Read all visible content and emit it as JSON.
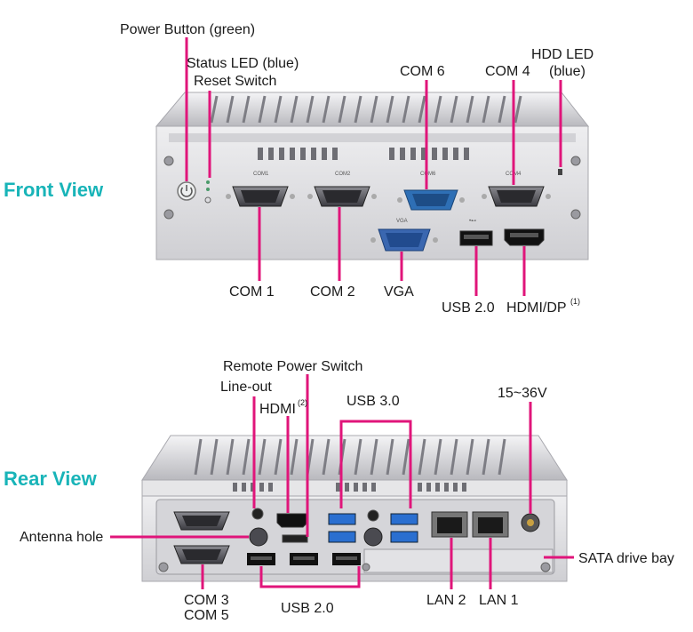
{
  "colors": {
    "accent": "#e0157a",
    "heading": "#18b4b8",
    "chassis": "#dcdcde",
    "fin": "#c8c8cc",
    "port_blue": "#2e6fb5"
  },
  "front": {
    "heading": "Front View",
    "labels": {
      "power_button": "Power Button (green)",
      "status_led": "Status LED (blue)",
      "reset_switch": "Reset Switch",
      "com6": "COM 6",
      "com4": "COM 4",
      "hdd_led_1": "HDD LED",
      "hdd_led_2": "(blue)",
      "com1": "COM 1",
      "com2": "COM 2",
      "vga": "VGA",
      "usb20": "USB 2.0",
      "hdmi_dp": "HDMI/DP",
      "hdmi_dp_note": "(1)"
    }
  },
  "rear": {
    "heading": "Rear View",
    "labels": {
      "remote_power_switch": "Remote Power Switch",
      "line_out": "Line-out",
      "hdmi": "HDMI",
      "hdmi_note": "(2)",
      "usb30": "USB 3.0",
      "power_in": "15~36V",
      "antenna_hole": "Antenna hole",
      "sata_bay": "SATA drive bay",
      "com3": "COM 3",
      "com5": "COM 5",
      "usb20": "USB 2.0",
      "lan2": "LAN 2",
      "lan1": "LAN 1"
    }
  }
}
